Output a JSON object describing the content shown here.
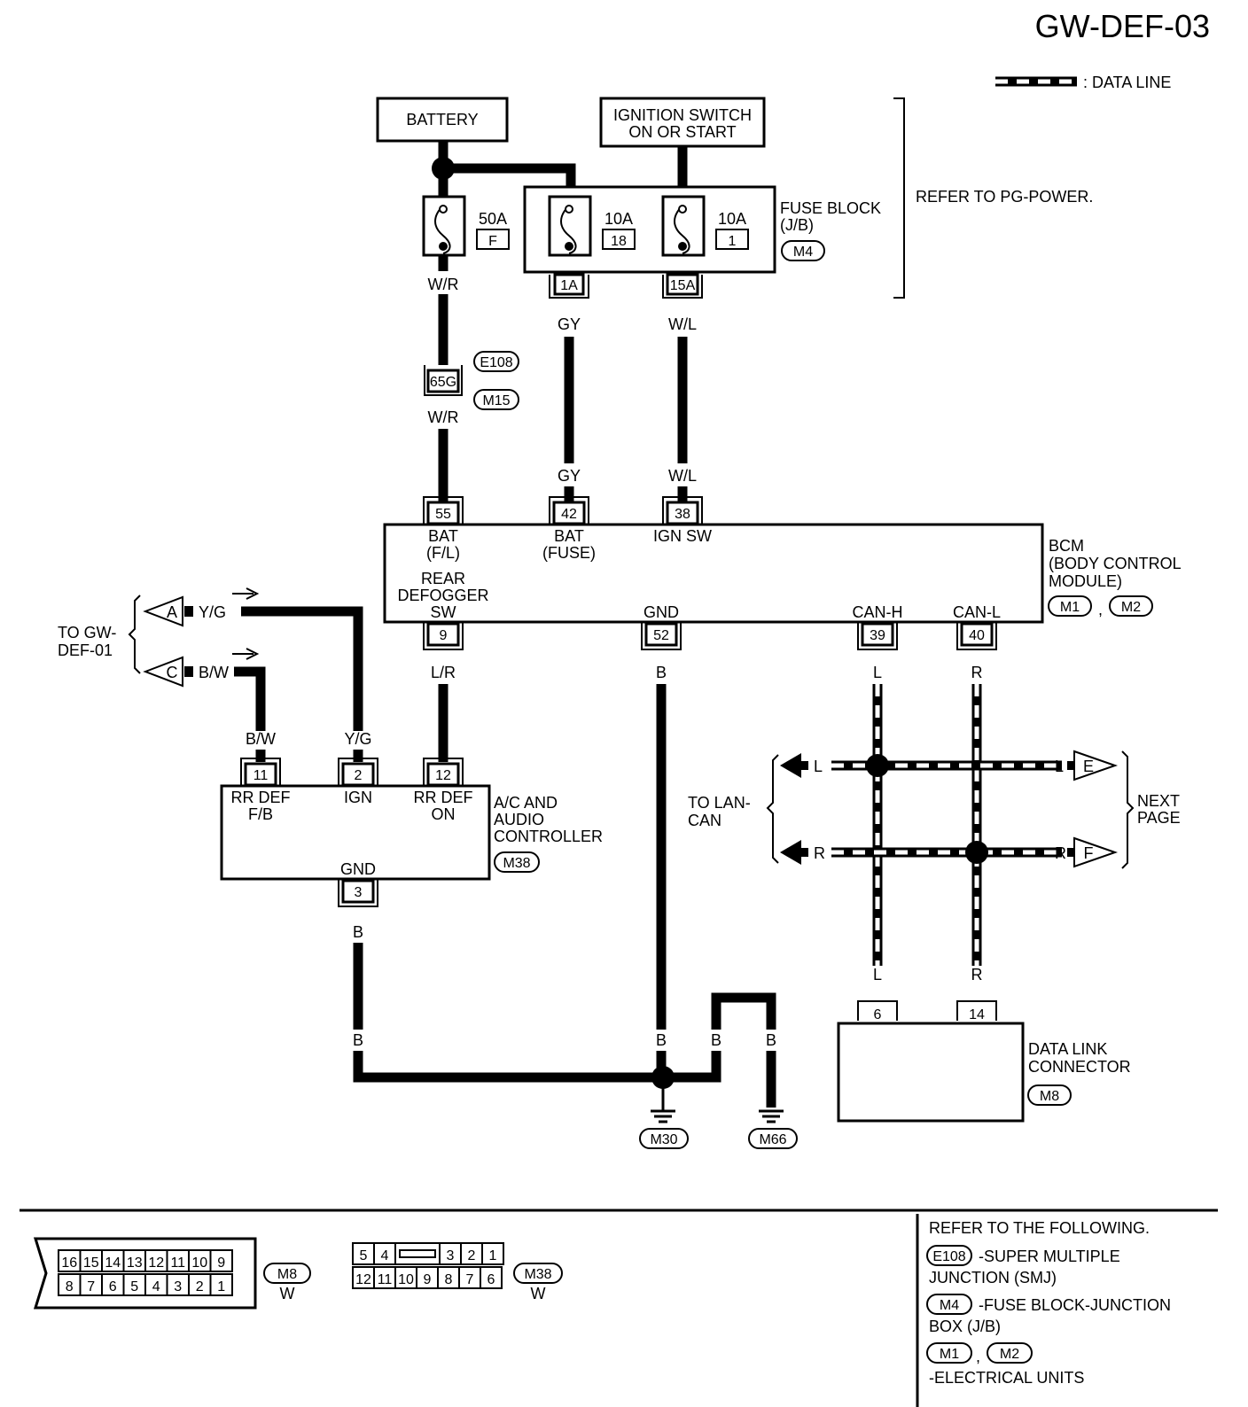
{
  "title": "GW-DEF-03",
  "legend": {
    "data_line": ": DATA LINE"
  },
  "battery": "BATTERY",
  "ignition": {
    "line1": "IGNITION SWITCH",
    "line2": "ON OR START"
  },
  "fuse_block": {
    "label1": "FUSE BLOCK",
    "label2": "(J/B)",
    "conn": "M4",
    "refer": "REFER TO PG-POWER."
  },
  "fuses": [
    {
      "amp": "50A",
      "id": "F"
    },
    {
      "amp": "10A",
      "id": "18"
    },
    {
      "amp": "10A",
      "id": "1"
    }
  ],
  "fuse_pins": {
    "p1": "1A",
    "p2": "15A"
  },
  "wires": {
    "wr": "W/R",
    "gy": "GY",
    "wl": "W/L",
    "yg": "Y/G",
    "bw": "B/W",
    "lr": "L/R",
    "b": "B",
    "l": "L",
    "r": "R"
  },
  "smj": {
    "pin": "65G",
    "conn1": "E108",
    "conn2": "M15"
  },
  "bcm": {
    "label1": "BCM",
    "label2": "(BODY CONTROL",
    "label3": "MODULE)",
    "conn1": "M1",
    "conn2": "M2",
    "sep": ",",
    "pins": {
      "p55": "55",
      "p42": "42",
      "p38": "38",
      "p9": "9",
      "p52": "52",
      "p39": "39",
      "p40": "40"
    },
    "terms": {
      "bat_fl_1": "BAT",
      "bat_fl_2": "(F/L)",
      "bat_fuse_1": "BAT",
      "bat_fuse_2": "(FUSE)",
      "ign_sw": "IGN SW",
      "rear_1": "REAR",
      "rear_2": "DEFOGGER",
      "rear_3": "SW",
      "gnd": "GND",
      "can_h": "CAN-H",
      "can_l": "CAN-L"
    }
  },
  "to_gw": {
    "line1": "TO GW-",
    "line2": "DEF-01",
    "a": "A",
    "c": "C"
  },
  "ac": {
    "label1": "A/C AND",
    "label2": "AUDIO",
    "label3": "CONTROLLER",
    "conn": "M38",
    "pins": {
      "p11": "11",
      "p2": "2",
      "p12": "12",
      "p3": "3"
    },
    "terms": {
      "rr_fb_1": "RR DEF",
      "rr_fb_2": "F/B",
      "ign": "IGN",
      "rr_on_1": "RR DEF",
      "rr_on_2": "ON",
      "gnd": "GND"
    }
  },
  "to_lan": {
    "line1": "TO LAN-",
    "line2": "CAN"
  },
  "next_page": {
    "line1": "NEXT",
    "line2": "PAGE",
    "e": "E",
    "f": "F"
  },
  "dlc": {
    "label1": "DATA LINK",
    "label2": "CONNECTOR",
    "conn": "M8",
    "pins": {
      "p6": "6",
      "p14": "14"
    }
  },
  "grounds": {
    "g1": "M30",
    "g2": "M66"
  },
  "bottom": {
    "m8_conn": "M8",
    "m8_color": "W",
    "m8_top": [
      "16",
      "15",
      "14",
      "13",
      "12",
      "11",
      "10",
      "9"
    ],
    "m8_bottom": [
      "8",
      "7",
      "6",
      "5",
      "4",
      "3",
      "2",
      "1"
    ],
    "m38_conn": "M38",
    "m38_color": "W",
    "m38_top_left": [
      "5",
      "4"
    ],
    "m38_top_right": [
      "3",
      "2",
      "1"
    ],
    "m38_bottom": [
      "12",
      "11",
      "10",
      "9",
      "8",
      "7",
      "6"
    ],
    "refer_title": "REFER TO THE FOLLOWING.",
    "ref1_conn": "E108",
    "ref1_text1": "-SUPER MULTIPLE",
    "ref1_text2": "JUNCTION (SMJ)",
    "ref2_conn": "M4",
    "ref2_text1": "-FUSE BLOCK-JUNCTION",
    "ref2_text2": "BOX (J/B)",
    "ref3_conn1": "M1",
    "ref3_sep": ",",
    "ref3_conn2": "M2",
    "ref3_text": "-ELECTRICAL UNITS"
  }
}
